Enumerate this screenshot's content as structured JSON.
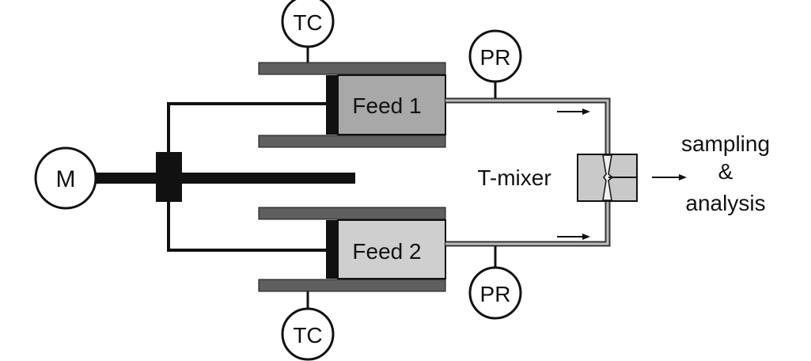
{
  "labels": {
    "motor": "M",
    "tc_top": "TC",
    "tc_bottom": "TC",
    "pr_top": "PR",
    "pr_bottom": "PR",
    "feed1": "Feed 1",
    "feed2": "Feed 2",
    "mixer": "T-mixer",
    "output_line1": "sampling",
    "output_line2": "&",
    "output_line3": "analysis"
  },
  "colors": {
    "line": "#111111",
    "wall": "#5f5f5f",
    "feed1_fill": "#a8a8a8",
    "feed2_fill": "#cfcfcf",
    "mixer_fill": "#c9c9c9",
    "tube_inner": "#bdbdbd"
  }
}
